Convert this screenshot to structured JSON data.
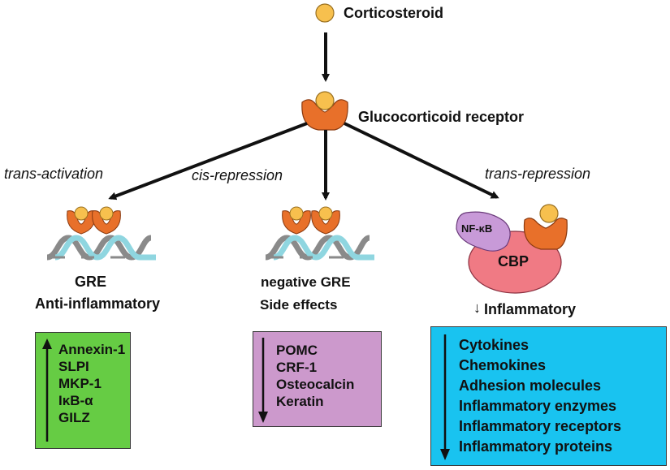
{
  "ligand": {
    "label": "Corticosteroid"
  },
  "receptor": {
    "label": "Glucocorticoid receptor"
  },
  "pathways": [
    {
      "mechanism": "trans-activation",
      "element": "GRE",
      "outcome": "Anti-inflammatory",
      "direction": "up",
      "box_color": "#66cc44",
      "items": [
        "Annexin-1",
        "SLPI",
        "MKP-1",
        "IκB-α",
        "GILZ"
      ]
    },
    {
      "mechanism": "cis-repression",
      "element": "negative GRE",
      "outcome": "Side effects",
      "direction": "down",
      "box_color": "#cc99cc",
      "items": [
        "POMC",
        "CRF-1",
        "Osteocalcin",
        "Keratin"
      ]
    },
    {
      "mechanism": "trans-repression",
      "complex": {
        "factor": "NF-κB",
        "coactivator": "CBP"
      },
      "outcome": "Inflammatory",
      "outcome_arrow": "↓",
      "direction": "down",
      "box_color": "#19c3f0",
      "items": [
        "Cytokines",
        "Chemokines",
        "Adhesion molecules",
        "Inflammatory enzymes",
        "Inflammatory receptors",
        "Inflammatory proteins"
      ]
    }
  ],
  "colors": {
    "ligand": "#f7c04e",
    "receptor": "#e8702a",
    "dna_strand_a": "#8fd6e0",
    "dna_strand_b": "#8a8a8a",
    "nfkb": "#c89ad8",
    "cbp": "#f07a84"
  }
}
